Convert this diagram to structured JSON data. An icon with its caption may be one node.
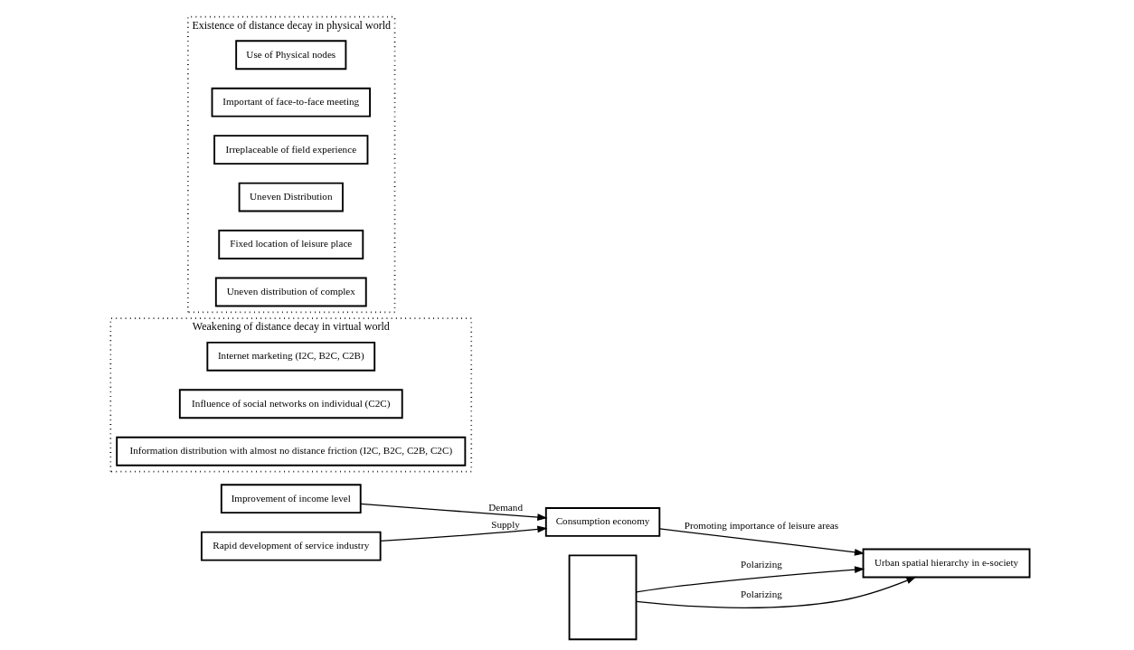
{
  "diagram": {
    "nodes": [
      {
        "text": [
          "Improvement of income level"
        ]
      },
      {
        "text": [
          "Rapid development of service industry"
        ]
      },
      {
        "text": [
          "Consumption economy"
        ]
      },
      {
        "text": [
          "Urban spatial hierarchy in e-society"
        ]
      },
      {
        "text": [
          "Weakening of distance decay in virtual world"
        ]
      },
      {
        "text": [
          "Internet marketing (I2C, B2C, C2B)"
        ],
        "in": 4
      },
      {
        "text": [
          "Influence of social networks on individual (C2C)"
        ],
        "in": 4
      },
      {
        "text": [
          "Information distribution with almost no distance friction (I2C, B2C, C2B, C2C)"
        ],
        "in": 4
      },
      {
        "text": [
          "Existence of distance decay in physical world"
        ]
      },
      {
        "text": [
          "Use of Physical nodes"
        ],
        "in": 8
      },
      {
        "text": [
          "Important of face-to-face meeting"
        ],
        "in": 8
      },
      {
        "text": [
          "Irreplaceable of field experience"
        ],
        "in": 8
      },
      {
        "text": [
          "Uneven Distribution"
        ],
        "in": 8
      },
      {
        "text": [
          "Fixed location of leisure place"
        ],
        "in": 8
      },
      {
        "text": [
          "Uneven distribution of complex"
        ],
        "in": 8
      },
      {
        "text": [],
        "shape": "box"
      }
    ],
    "edges": [
      {
        "from": 0,
        "to": 2,
        "arrow": "to",
        "label": "Demand"
      },
      {
        "from": 1,
        "to": 2,
        "arrow": "to",
        "label": "Supply"
      },
      {
        "from": 2,
        "to": 3,
        "arrow": "to",
        "label": "Promoting importance of leisure areas"
      },
      {
        "from": 15,
        "to": 3,
        "arrow": "to",
        "label": "Polarizing"
      },
      {
        "from": 15,
        "to": 3,
        "arrow": "to",
        "label": "Polarizing"
      }
    ]
  }
}
